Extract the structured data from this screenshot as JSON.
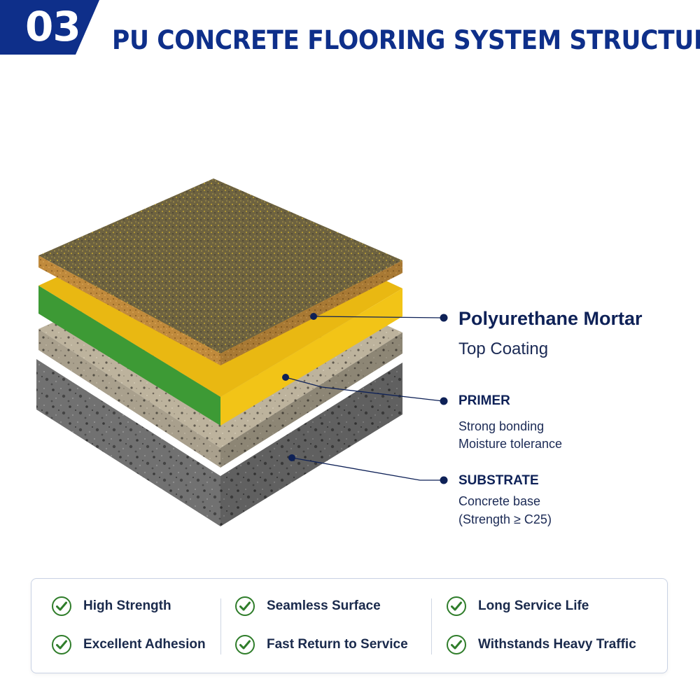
{
  "header": {
    "number": "03",
    "title": "PU CONCRETE FLOORING SYSTEM STRUCTURE"
  },
  "colors": {
    "brand_blue": "#0e2f8a",
    "check_green": "#2f7d2a",
    "coating_yellow": "#f2c417",
    "coating_green": "#3d9a35"
  },
  "layers": [
    {
      "name": "Polyurethane Mortar",
      "lines": [
        "Top Coating"
      ]
    },
    {
      "name": "PRIMER",
      "lines": [
        "Strong bonding",
        "Moisture tolerance"
      ]
    },
    {
      "name": "SUBSTRATE",
      "lines": [
        "Concrete base",
        "(Strength ≥ C25)"
      ]
    }
  ],
  "benefits": [
    {
      "label": "High Strength",
      "icon": "check-circle-icon"
    },
    {
      "label": "Seamless Surface",
      "icon": "check-circle-icon"
    },
    {
      "label": "Long Service Life",
      "icon": "check-circle-icon"
    },
    {
      "label": "Excellent Adhesion",
      "icon": "check-circle-icon"
    },
    {
      "label": "Fast Return to Service",
      "icon": "check-circle-icon"
    },
    {
      "label": "Withstands Heavy Traffic",
      "icon": "check-circle-icon"
    }
  ]
}
